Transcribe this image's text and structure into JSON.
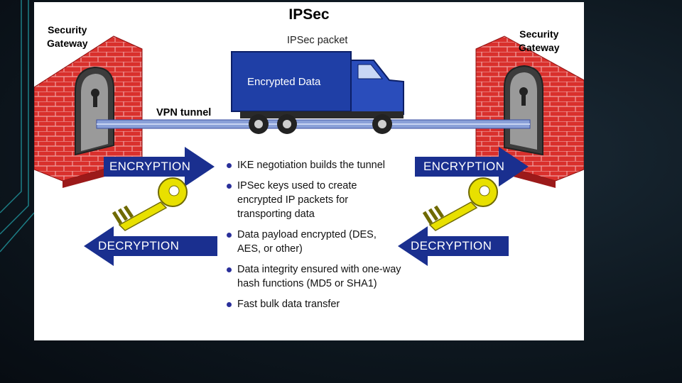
{
  "diagram": {
    "title": "IPSec",
    "gateway_left": {
      "line1": "Security",
      "line2": "Gateway"
    },
    "gateway_right": {
      "line1": "Security",
      "line2": "Gateway"
    },
    "packet_label": "IPSec packet",
    "truck_label": "Encrypted Data",
    "tunnel_label": "VPN tunnel",
    "encryption_label": "ENCRYPTION",
    "decryption_label": "DECRYPTION",
    "bullets": [
      "IKE negotiation builds the tunnel",
      "IPSec keys used to create encrypted IP packets for transporting data",
      "Data payload encrypted (DES, AES, or other)",
      "Data integrity ensured with one-way hash functions (MD5 or SHA1)",
      "Fast bulk data transfer"
    ],
    "colors": {
      "brick": "#d42b2b",
      "truck": "#1f3fa6",
      "arrow": "#1a2f8f",
      "key": "#e8e000",
      "tunnel": "#8aa0d8"
    }
  }
}
